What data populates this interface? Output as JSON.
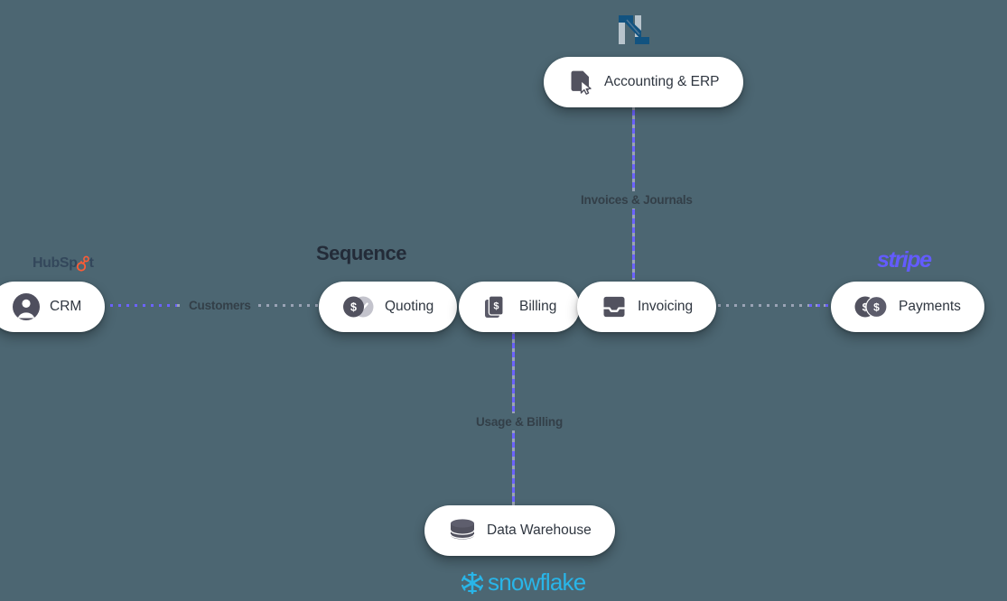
{
  "diagram": {
    "background_color": "#4c6672",
    "accent_color": "#6c63ff",
    "section_title": "Sequence",
    "nodes": [
      {
        "id": "crm",
        "label": "CRM",
        "icon": "person-avatar-icon"
      },
      {
        "id": "quoting",
        "label": "Quoting",
        "icon": "dollar-coin-check-icon"
      },
      {
        "id": "billing",
        "label": "Billing",
        "icon": "stacked-invoice-dollar-icon"
      },
      {
        "id": "invoicing",
        "label": "Invoicing",
        "icon": "inbox-tray-icon"
      },
      {
        "id": "payments",
        "label": "Payments",
        "icon": "two-dollar-coins-icon"
      },
      {
        "id": "accounting",
        "label": "Accounting & ERP",
        "icon": "document-cursor-icon"
      },
      {
        "id": "warehouse",
        "label": "Data Warehouse",
        "icon": "database-cylinder-icon"
      }
    ],
    "edges": [
      {
        "id": "crm-quoting",
        "label": "Customers"
      },
      {
        "id": "invoicing-payments",
        "label": ""
      },
      {
        "id": "accounting-invoicing",
        "label": "Invoices & Journals"
      },
      {
        "id": "billing-warehouse",
        "label": "Usage & Billing"
      }
    ],
    "brands": [
      {
        "id": "hubspot",
        "name": "HubSpot",
        "color": "#33475b",
        "accent": "#ff5c35"
      },
      {
        "id": "stripe",
        "name": "stripe",
        "color": "#635bff"
      },
      {
        "id": "netsuite",
        "name": "NetSuite",
        "color": "#125380",
        "accent": "#b8c4cc"
      },
      {
        "id": "snowflake",
        "name": "snowflake",
        "color": "#29b5e8"
      }
    ]
  }
}
